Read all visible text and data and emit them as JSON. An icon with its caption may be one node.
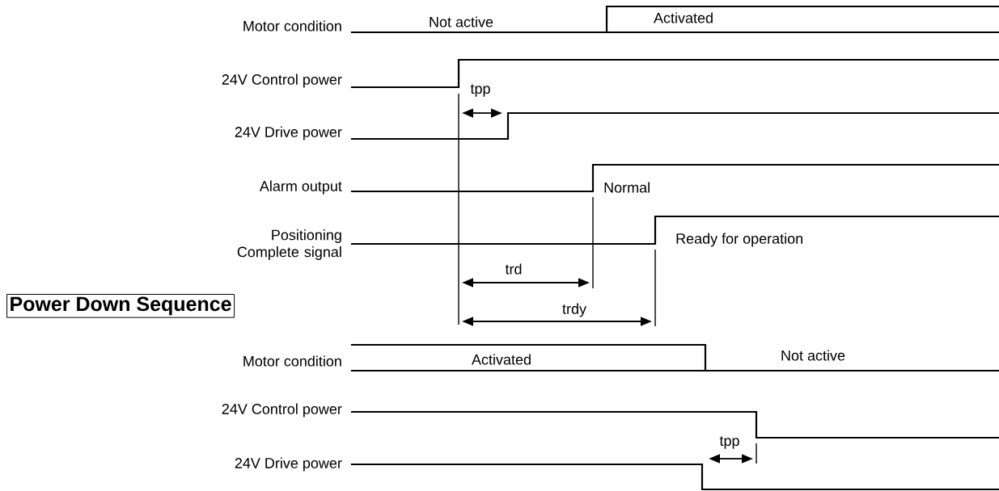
{
  "diagram": {
    "nodes": [
      {
        "text": [
          "Power Down Sequence"
        ]
      }
    ],
    "labels": [
      "Motor condition",
      "Not active",
      "Activated",
      "24V Control power",
      "tpp",
      "24V Drive power",
      "Alarm output",
      "Normal",
      "Positioning Complete signal",
      "Ready for operation",
      "trd",
      "trdy",
      "Motor condition",
      "Activated",
      "Not active",
      "24V Control power",
      "tpp",
      "24V Drive power"
    ]
  }
}
